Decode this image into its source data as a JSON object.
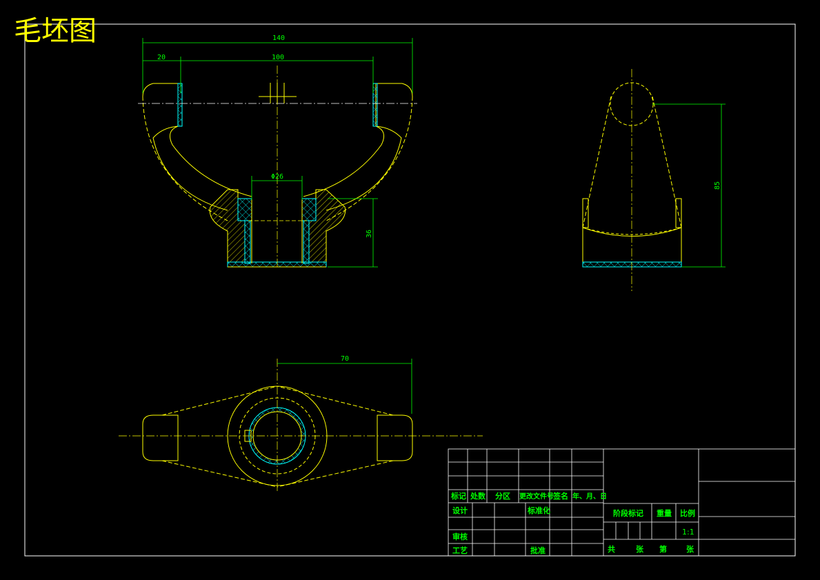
{
  "title": "毛坯图",
  "dimensions": {
    "overall_width": "140",
    "left_offset": "20",
    "inner_width": "100",
    "bore_diameter": "Φ26",
    "boss_height": "36",
    "side_height": "85",
    "top_half_width": "70"
  },
  "title_block": {
    "headers": [
      "标记",
      "处数",
      "分区",
      "更改文件号",
      "签名",
      "年、月、日"
    ],
    "design": "设计",
    "standardization": "标准化",
    "review": "审核",
    "process": "工艺",
    "approval": "批准",
    "stage_mark": "阶段标记",
    "weight": "重量",
    "scale_label": "比例",
    "scale_value": "1:1",
    "total": "共",
    "sheets": "张",
    "sheet_no": "第",
    "sheet": "张"
  },
  "colors": {
    "outline": "#ffff00",
    "dimension": "#00ff00",
    "hatch_cyan": "#00ffff",
    "frame": "#ffffff",
    "background": "#000000"
  }
}
